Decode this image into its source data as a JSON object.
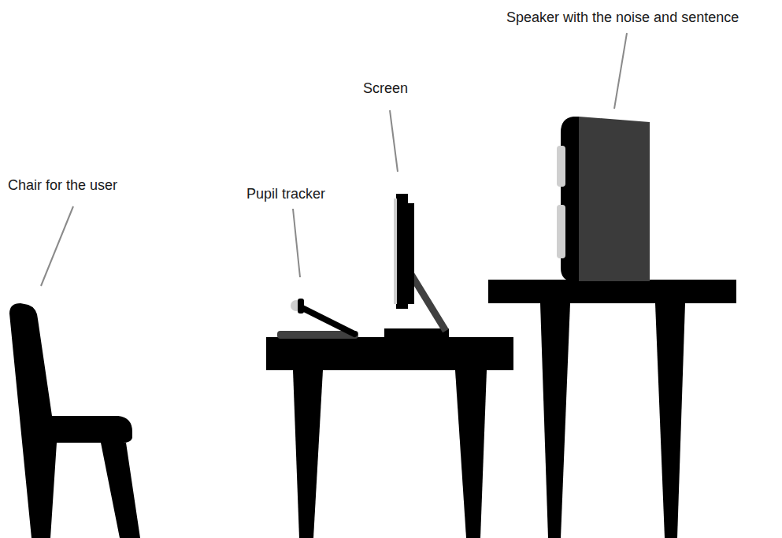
{
  "diagram": {
    "labels": [
      "Chair for the user",
      "Pupil tracker",
      "Screen",
      "Speaker with the noise and sentence"
    ]
  }
}
